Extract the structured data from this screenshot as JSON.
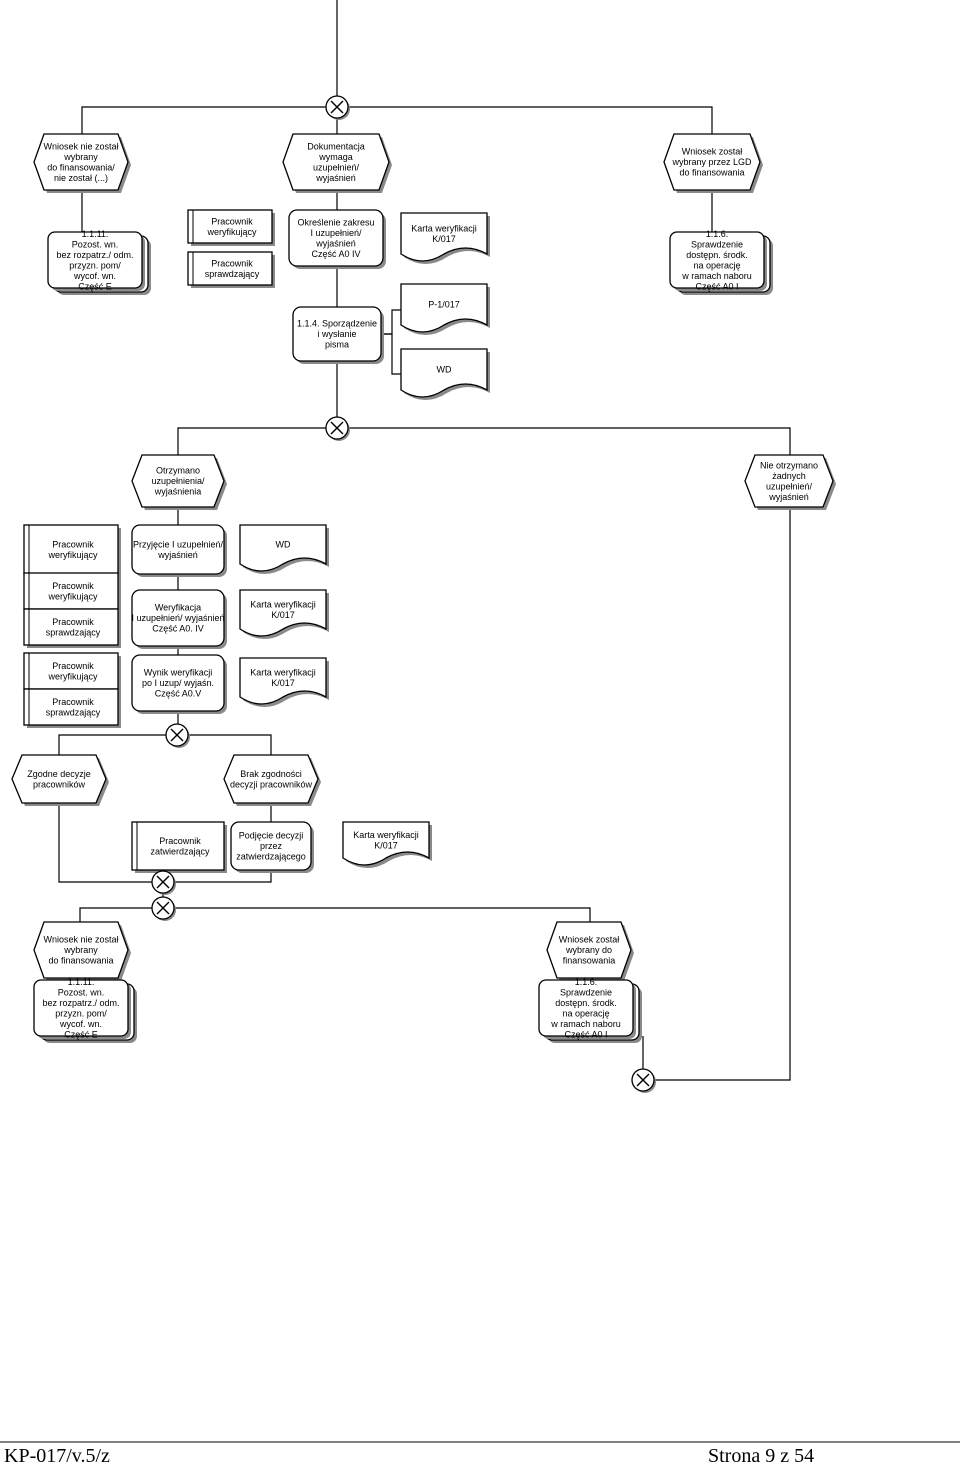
{
  "nodes": [
    {
      "id": "g1",
      "type": "xor"
    },
    {
      "id": "e_top_left",
      "type": "event",
      "lines": [
        "Wniosek nie został",
        "wybrany",
        "do finansowania/",
        "nie został (...)"
      ]
    },
    {
      "id": "e_top_mid",
      "type": "event",
      "lines": [
        "Dokumentacja",
        "wymaga",
        "uzupełnień/",
        "wyjaśnień"
      ]
    },
    {
      "id": "e_top_right",
      "type": "event",
      "lines": [
        "Wniosek został",
        "wybrany przez LGD",
        "do finansowania"
      ]
    },
    {
      "id": "r_top_weryf",
      "type": "role",
      "lines": [
        "Pracownik",
        "weryfikujący"
      ]
    },
    {
      "id": "r_top_spraw",
      "type": "role",
      "lines": [
        "Pracownik",
        "sprawdzający"
      ]
    },
    {
      "id": "f_okreslenie",
      "type": "func",
      "lines": [
        "Określenie zakresu",
        "I uzupełnień/",
        "wyjaśnień",
        "Część A0 IV"
      ]
    },
    {
      "id": "d_karta1",
      "type": "doc",
      "lines": [
        "Karta weryfikacji",
        "K/017"
      ]
    },
    {
      "id": "p_left1",
      "type": "proc",
      "lines": [
        "1.1.11.",
        "Pozost. wn.",
        "bez rozpatrz./ odm.",
        "przyzn. pom/",
        "wycof. wn.",
        "Część E"
      ]
    },
    {
      "id": "p_right1",
      "type": "proc",
      "lines": [
        "1.1.6.",
        "Sprawdzenie",
        "dostępn. środk.",
        "na operację",
        "w ramach naboru",
        "Część A0 I"
      ]
    },
    {
      "id": "f_sporzadzenie",
      "type": "func",
      "lines": [
        "1.1.4. Sporządzenie",
        "i wysłanie",
        "pisma"
      ]
    },
    {
      "id": "d_p1",
      "type": "doc",
      "lines": [
        "P-1/017"
      ]
    },
    {
      "id": "d_wd1",
      "type": "doc",
      "lines": [
        "WD"
      ]
    },
    {
      "id": "g2",
      "type": "xor"
    },
    {
      "id": "e_otrzymano",
      "type": "event",
      "lines": [
        "Otrzymano",
        "uzupełnienia/",
        "wyjaśnienia"
      ]
    },
    {
      "id": "e_nieotrzymano",
      "type": "event",
      "lines": [
        "Nie otrzymano",
        "żadnych",
        "uzupełnień/",
        "wyjaśnień"
      ]
    },
    {
      "id": "r_przyjecie",
      "type": "role",
      "lines": [
        "Pracownik",
        "weryfikujący"
      ]
    },
    {
      "id": "f_przyjecie",
      "type": "func",
      "lines": [
        "Przyjęcie I uzupełnień/",
        "wyjaśnień"
      ]
    },
    {
      "id": "d_wd2",
      "type": "doc",
      "lines": [
        "WD"
      ]
    },
    {
      "id": "r_w2_weryf",
      "type": "role",
      "lines": [
        "Pracownik",
        "weryfikujący"
      ]
    },
    {
      "id": "r_w2_spraw",
      "type": "role",
      "lines": [
        "Pracownik",
        "sprawdzający"
      ]
    },
    {
      "id": "f_weryfikacja",
      "type": "func",
      "lines": [
        "Weryfikacja",
        "I uzupełnień/ wyjaśnień",
        "Część A0. IV"
      ]
    },
    {
      "id": "d_karta2",
      "type": "doc",
      "lines": [
        "Karta weryfikacji",
        "K/017"
      ]
    },
    {
      "id": "r_w3_weryf",
      "type": "role",
      "lines": [
        "Pracownik",
        "weryfikujący"
      ]
    },
    {
      "id": "r_w3_spraw",
      "type": "role",
      "lines": [
        "Pracownik",
        "sprawdzający"
      ]
    },
    {
      "id": "f_wynik",
      "type": "func",
      "lines": [
        "Wynik weryfikacji",
        "po I uzup/ wyjaśn.",
        "Część A0.V"
      ]
    },
    {
      "id": "d_karta3",
      "type": "doc",
      "lines": [
        "Karta weryfikacji",
        "K/017"
      ]
    },
    {
      "id": "g3",
      "type": "xor"
    },
    {
      "id": "e_zgodne",
      "type": "event",
      "lines": [
        "Zgodne decyzje",
        "pracowników"
      ]
    },
    {
      "id": "e_brak",
      "type": "event",
      "lines": [
        "Brak zgodności",
        "decyzji pracowników"
      ]
    },
    {
      "id": "r_zatw",
      "type": "role",
      "lines": [
        "Pracownik",
        "zatwierdzający"
      ]
    },
    {
      "id": "f_podjecie",
      "type": "func",
      "lines": [
        "Podjęcie decyzji",
        "przez",
        "zatwierdzającego"
      ]
    },
    {
      "id": "d_karta4",
      "type": "doc",
      "lines": [
        "Karta weryfikacji",
        "K/017"
      ]
    },
    {
      "id": "g4",
      "type": "xor"
    },
    {
      "id": "g5",
      "type": "xor"
    },
    {
      "id": "e_bot_left",
      "type": "event",
      "lines": [
        "Wniosek nie został",
        "wybrany",
        "do finansowania"
      ]
    },
    {
      "id": "e_bot_right",
      "type": "event",
      "lines": [
        "Wniosek został",
        "wybrany do",
        "finansowania"
      ]
    },
    {
      "id": "p_left2",
      "type": "proc",
      "lines": [
        "1.1.11.",
        "Pozost. wn.",
        "bez rozpatrz./ odm.",
        "przyzn. pom/",
        "wycof. wn.",
        "Część E"
      ]
    },
    {
      "id": "p_right2",
      "type": "proc",
      "lines": [
        "1.1.6.",
        "Sprawdzenie",
        "dostępn. środk.",
        "na operację",
        "w ramach naboru",
        "Część A0 I"
      ]
    },
    {
      "id": "g6",
      "type": "xor"
    }
  ],
  "footer": {
    "left": "KP-017/v.5/z",
    "right": "Strona 9 z 54"
  }
}
